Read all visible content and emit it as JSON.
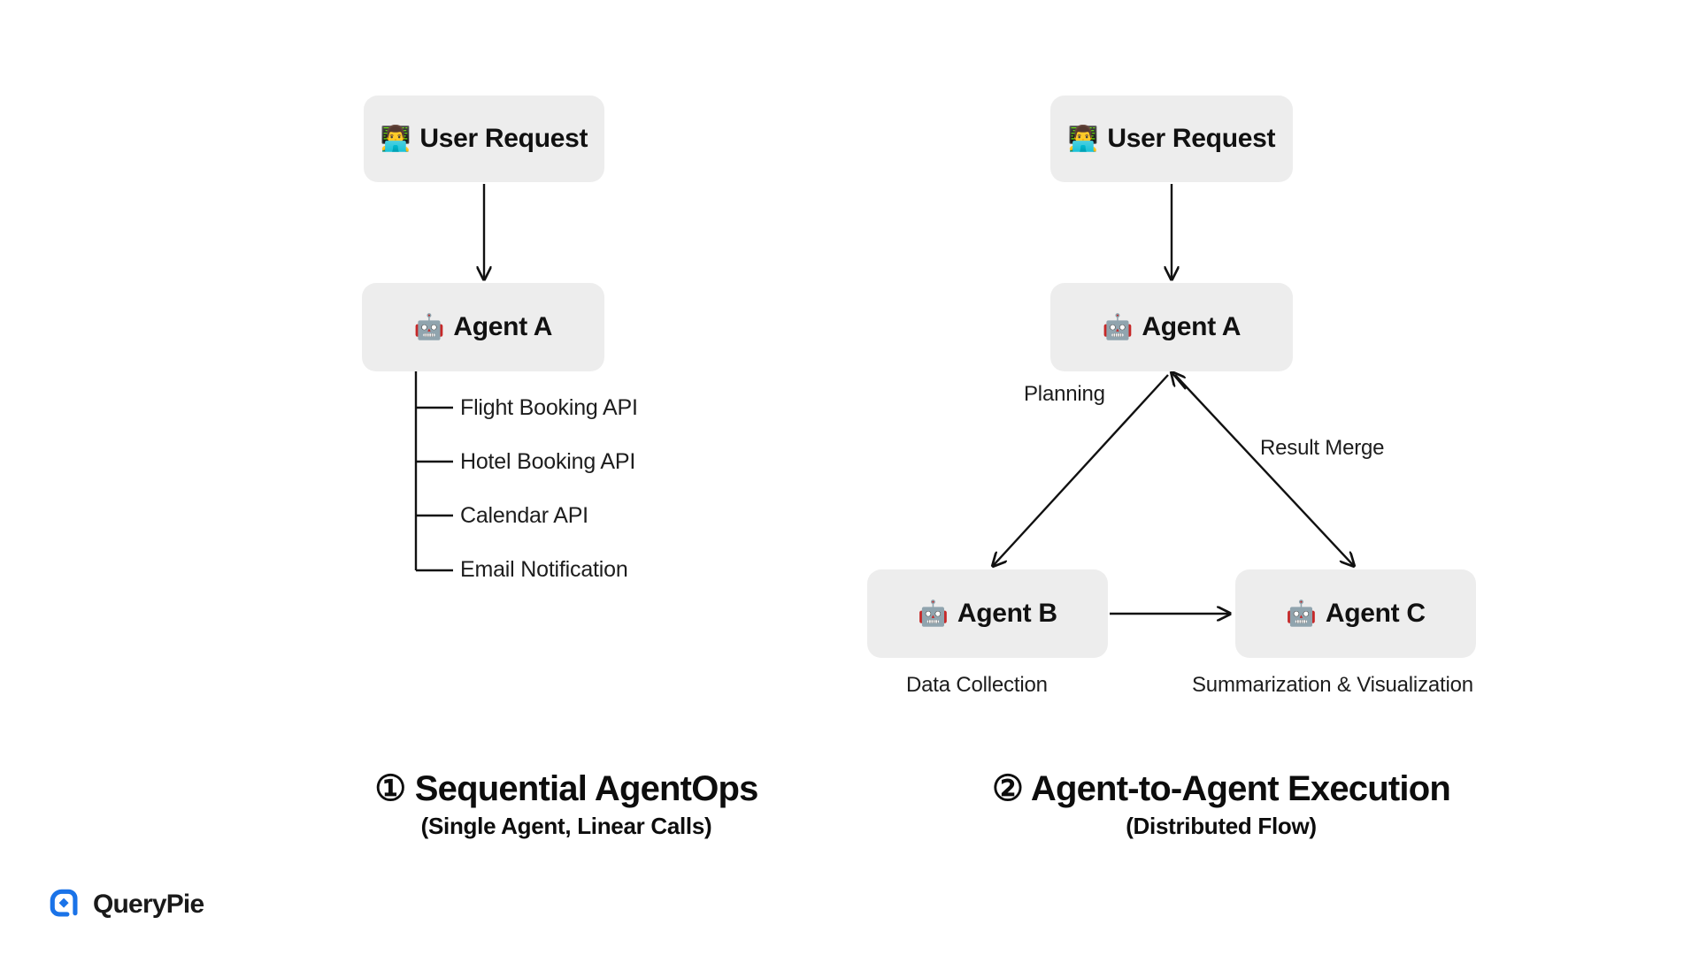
{
  "canvas": {
    "background": "#ffffff",
    "box_fill": "#ededed",
    "line_color": "#111111",
    "brand_blue": "#1a73e8"
  },
  "diagram": {
    "type": "flow-comparison",
    "panels": [
      {
        "id": "sequential-agentops",
        "caption_title": "① Sequential AgentOps",
        "caption_sub": "(Single Agent, Linear Calls)",
        "nodes": [
          {
            "id": "user-request-left",
            "emoji": "👨‍💻",
            "emoji_name": "person-at-laptop-emoji",
            "label": "User Request"
          },
          {
            "id": "agent-a-left",
            "emoji": "🤖",
            "emoji_name": "robot-emoji",
            "label": "Agent A"
          }
        ],
        "tools": [
          {
            "label": "Flight Booking API"
          },
          {
            "label": "Hotel Booking API"
          },
          {
            "label": "Calendar API"
          },
          {
            "label": "Email Notification"
          }
        ],
        "edges": [
          {
            "from": "user-request-left",
            "to": "agent-a-left",
            "label": "",
            "style": "arrow-down"
          }
        ]
      },
      {
        "id": "agent-to-agent-execution",
        "caption_title": "② Agent-to-Agent Execution",
        "caption_sub": "(Distributed Flow)",
        "nodes": [
          {
            "id": "user-request-right",
            "emoji": "👨‍💻",
            "emoji_name": "person-at-laptop-emoji",
            "label": "User Request"
          },
          {
            "id": "agent-a-right",
            "emoji": "🤖",
            "emoji_name": "robot-emoji",
            "label": "Agent A"
          },
          {
            "id": "agent-b",
            "emoji": "🤖",
            "emoji_name": "robot-emoji",
            "label": "Agent B",
            "sublabel": "Data Collection"
          },
          {
            "id": "agent-c",
            "emoji": "🤖",
            "emoji_name": "robot-emoji",
            "label": "Agent C",
            "sublabel": "Summarization & Visualization"
          }
        ],
        "edges": [
          {
            "from": "user-request-right",
            "to": "agent-a-right",
            "label": "",
            "style": "arrow-down"
          },
          {
            "from": "agent-a-right",
            "to": "agent-b",
            "label": "Planning",
            "style": "arrow-diagonal-down-left"
          },
          {
            "from": "agent-b",
            "to": "agent-c",
            "label": "",
            "style": "arrow-right"
          },
          {
            "from": "agent-c",
            "to": "agent-a-right",
            "label": "Result Merge",
            "style": "arrow-diagonal-up-left"
          }
        ]
      }
    ]
  },
  "brand": {
    "name": "QueryPie",
    "logo_name": "querypie-logo"
  }
}
